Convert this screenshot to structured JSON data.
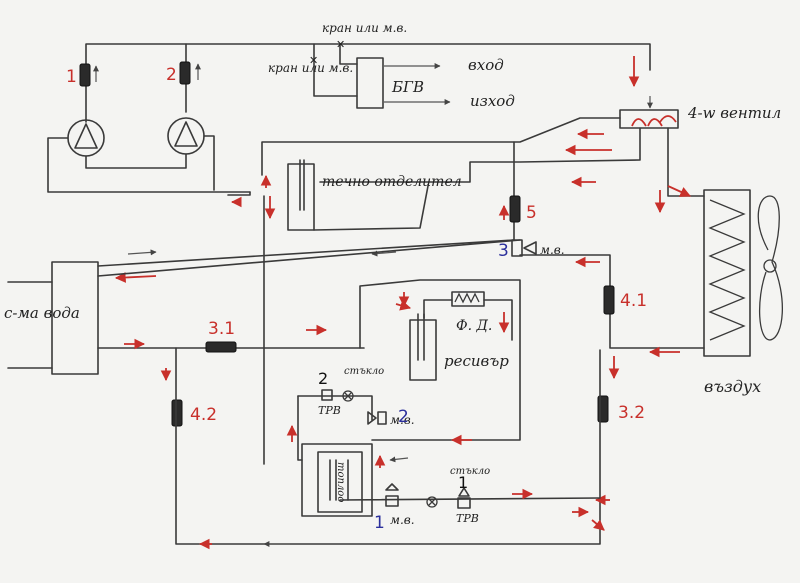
{
  "diagram": {
    "labels": {
      "valve_top_1": "кран или м.в.",
      "valve_top_2": "кран или м.в.",
      "bgv": "БГВ",
      "inlet": "вход",
      "outlet": "изход",
      "four_way": "4-w вентил",
      "oil_separator": "течно отделител",
      "water_hx": "с-ма вода",
      "air": "въздух",
      "receiver": "ресивър",
      "filter_dryer": "Ф. Д.",
      "heat_exchanger": "топлоо",
      "sv_label_3": "м.в.",
      "sv_label_2": "м.в.",
      "sv_label_1": "м.в.",
      "trv_2": "ТРВ",
      "trv_1": "ТРВ",
      "sight_glass_2": "стъкло",
      "sight_glass_1": "стъкло"
    },
    "numbers": {
      "pump_1": "1",
      "pump_2": "2",
      "check_5": "5",
      "sv_3": "3",
      "check_41": "4.1",
      "check_31": "3.1",
      "check_42": "4.2",
      "check_32": "3.2",
      "trv_2_num": "2",
      "sv_2_num": "2",
      "trv_1_num": "1",
      "sv_1_num": "1"
    },
    "colors": {
      "pipe": "#3a3a3a",
      "flow_arrow": "#c8302b",
      "accent_blue": "#2b2f9c",
      "paper": "#f4f4f2"
    }
  }
}
